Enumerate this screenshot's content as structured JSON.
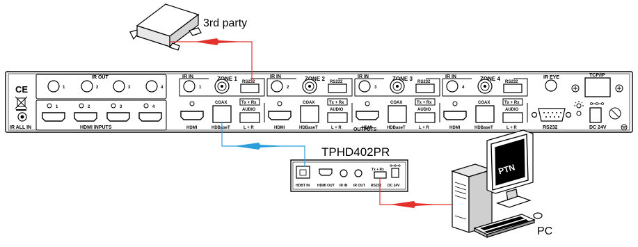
{
  "labels": {
    "third_party": "3rd party",
    "receiver": "TPHD402PR",
    "pc": "PC"
  },
  "matrix": {
    "ir_out": "IR OUT",
    "hdmi_inputs": "HDMI INPUTS",
    "ir_all_in": "IR ALL IN",
    "ir_in": "IR IN",
    "rs232": "RS232",
    "txrx": "Tx + Rx",
    "coax": "COAX",
    "audio": "AUDIO",
    "lr": "L + R",
    "hdmi": "HDMI",
    "hdbaset": "HDBaseT",
    "outputs": "OUTPUTS",
    "ir_eye": "IR EYE",
    "tcpip": "TCP/IP",
    "dc24v": "DC 24V",
    "ce": "CE",
    "ir_out_nums": [
      "1",
      "2",
      "3",
      "4"
    ],
    "hdmi_in_nums": [
      "1",
      "2",
      "3",
      "4"
    ],
    "zones": [
      {
        "name": "ZONE 1",
        "num": "1"
      },
      {
        "name": "ZONE 2",
        "num": "2"
      },
      {
        "name": "ZONE 3",
        "num": "3"
      },
      {
        "name": "ZONE 4",
        "num": "4"
      }
    ]
  },
  "receiver_ports": {
    "hdbt_in": "HDBT IN",
    "hdmi_out": "HDMI OUT",
    "ir_in": "IR IN",
    "ir_out": "IR OUT",
    "rs232": "RS232",
    "txrx": "Tx + Rx",
    "dc24v": "DC 24V"
  },
  "pc_screen": "PTN",
  "colors": {
    "red_line": "#e4312b",
    "blue_line": "#2b9fd9",
    "outline": "#000000"
  }
}
